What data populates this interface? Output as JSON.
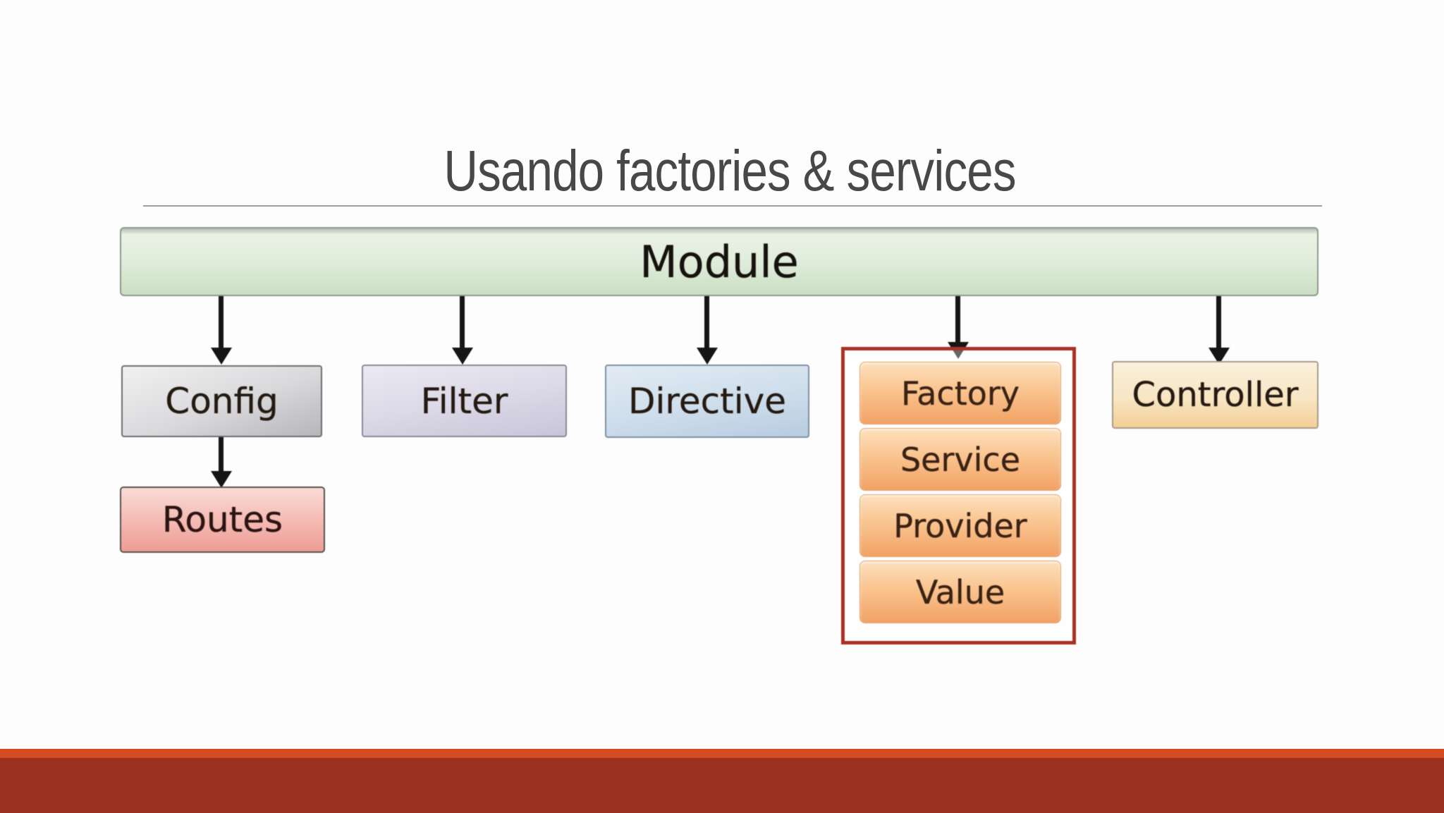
{
  "title": "Usando factories & services",
  "nodes": {
    "module": "Module",
    "config": "Config",
    "filter": "Filter",
    "directive": "Directive",
    "factory": "Factory",
    "service": "Service",
    "provider": "Provider",
    "value": "Value",
    "controller": "Controller",
    "routes": "Routes"
  },
  "diagram_structure": {
    "root": "Module",
    "edges": [
      [
        "Module",
        "Config"
      ],
      [
        "Module",
        "Filter"
      ],
      [
        "Module",
        "Directive"
      ],
      [
        "Module",
        "Factory/Service/Provider/Value group"
      ],
      [
        "Module",
        "Controller"
      ],
      [
        "Config",
        "Routes"
      ]
    ],
    "grouped_nodes": [
      "Factory",
      "Service",
      "Provider",
      "Value"
    ]
  },
  "colors": {
    "module_fill": "#d8e8d2",
    "config_fill": "#cfcfd3",
    "filter_fill": "#d8d6e5",
    "directive_fill": "#c9d8e8",
    "factory_fill": "#f7bb84",
    "controller_fill": "#f6dfb5",
    "routes_fill": "#f2afa7",
    "group_outline": "#a93226",
    "footer_accent": "#d54b1f",
    "footer_main": "#9c3120",
    "title_text": "#484848",
    "arrow": "#151515"
  }
}
